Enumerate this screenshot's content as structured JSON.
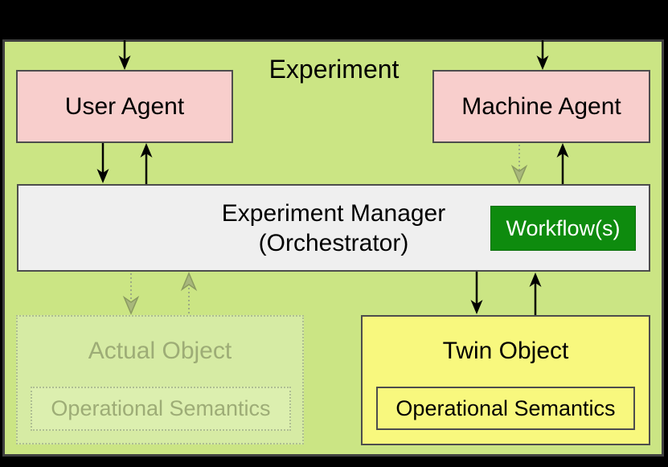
{
  "diagram": {
    "container_label": "Experiment",
    "nodes": {
      "user_agent": {
        "label": "User Agent"
      },
      "machine_agent": {
        "label": "Machine Agent"
      },
      "experiment_manager": {
        "label_line1": "Experiment Manager",
        "label_line2": "(Orchestrator)"
      },
      "workflow": {
        "label": "Workflow(s)"
      },
      "twin_object": {
        "label": "Twin Object",
        "child_label": "Operational Semantics"
      },
      "actual_object": {
        "label": "Actual Object",
        "child_label": "Operational Semantics",
        "state": "faded"
      }
    },
    "edges": [
      {
        "from": "external-top",
        "to": "user_agent",
        "style": "solid"
      },
      {
        "from": "external-top",
        "to": "machine_agent",
        "style": "solid"
      },
      {
        "from": "user_agent",
        "to": "experiment_manager",
        "style": "solid"
      },
      {
        "from": "experiment_manager",
        "to": "user_agent",
        "style": "solid"
      },
      {
        "from": "machine_agent",
        "to": "experiment_manager",
        "style": "dotted-faded"
      },
      {
        "from": "experiment_manager",
        "to": "machine_agent",
        "style": "solid"
      },
      {
        "from": "experiment_manager",
        "to": "twin_object",
        "style": "solid"
      },
      {
        "from": "twin_object",
        "to": "experiment_manager",
        "style": "solid"
      },
      {
        "from": "experiment_manager",
        "to": "actual_object",
        "style": "dotted-faded"
      },
      {
        "from": "actual_object",
        "to": "experiment_manager",
        "style": "dotted-faded"
      }
    ],
    "colors": {
      "canvas_bg": "#000000",
      "experiment_fill": "#cbe584",
      "experiment_border": "#404040",
      "agent_fill": "#f8cecc",
      "manager_fill": "#efefef",
      "workflow_fill": "#0e8b0e",
      "workflow_text": "#ffffff",
      "twin_fill": "#f8f87e",
      "actual_fill": "#d6eba4",
      "actual_inner_fill": "#dcefaf",
      "box_border": "#4d4d4d",
      "faded_border": "#aebe92",
      "faded_text": "#9dac76",
      "arrow_solid": "#000000",
      "arrow_faded": "#9cab83"
    }
  }
}
